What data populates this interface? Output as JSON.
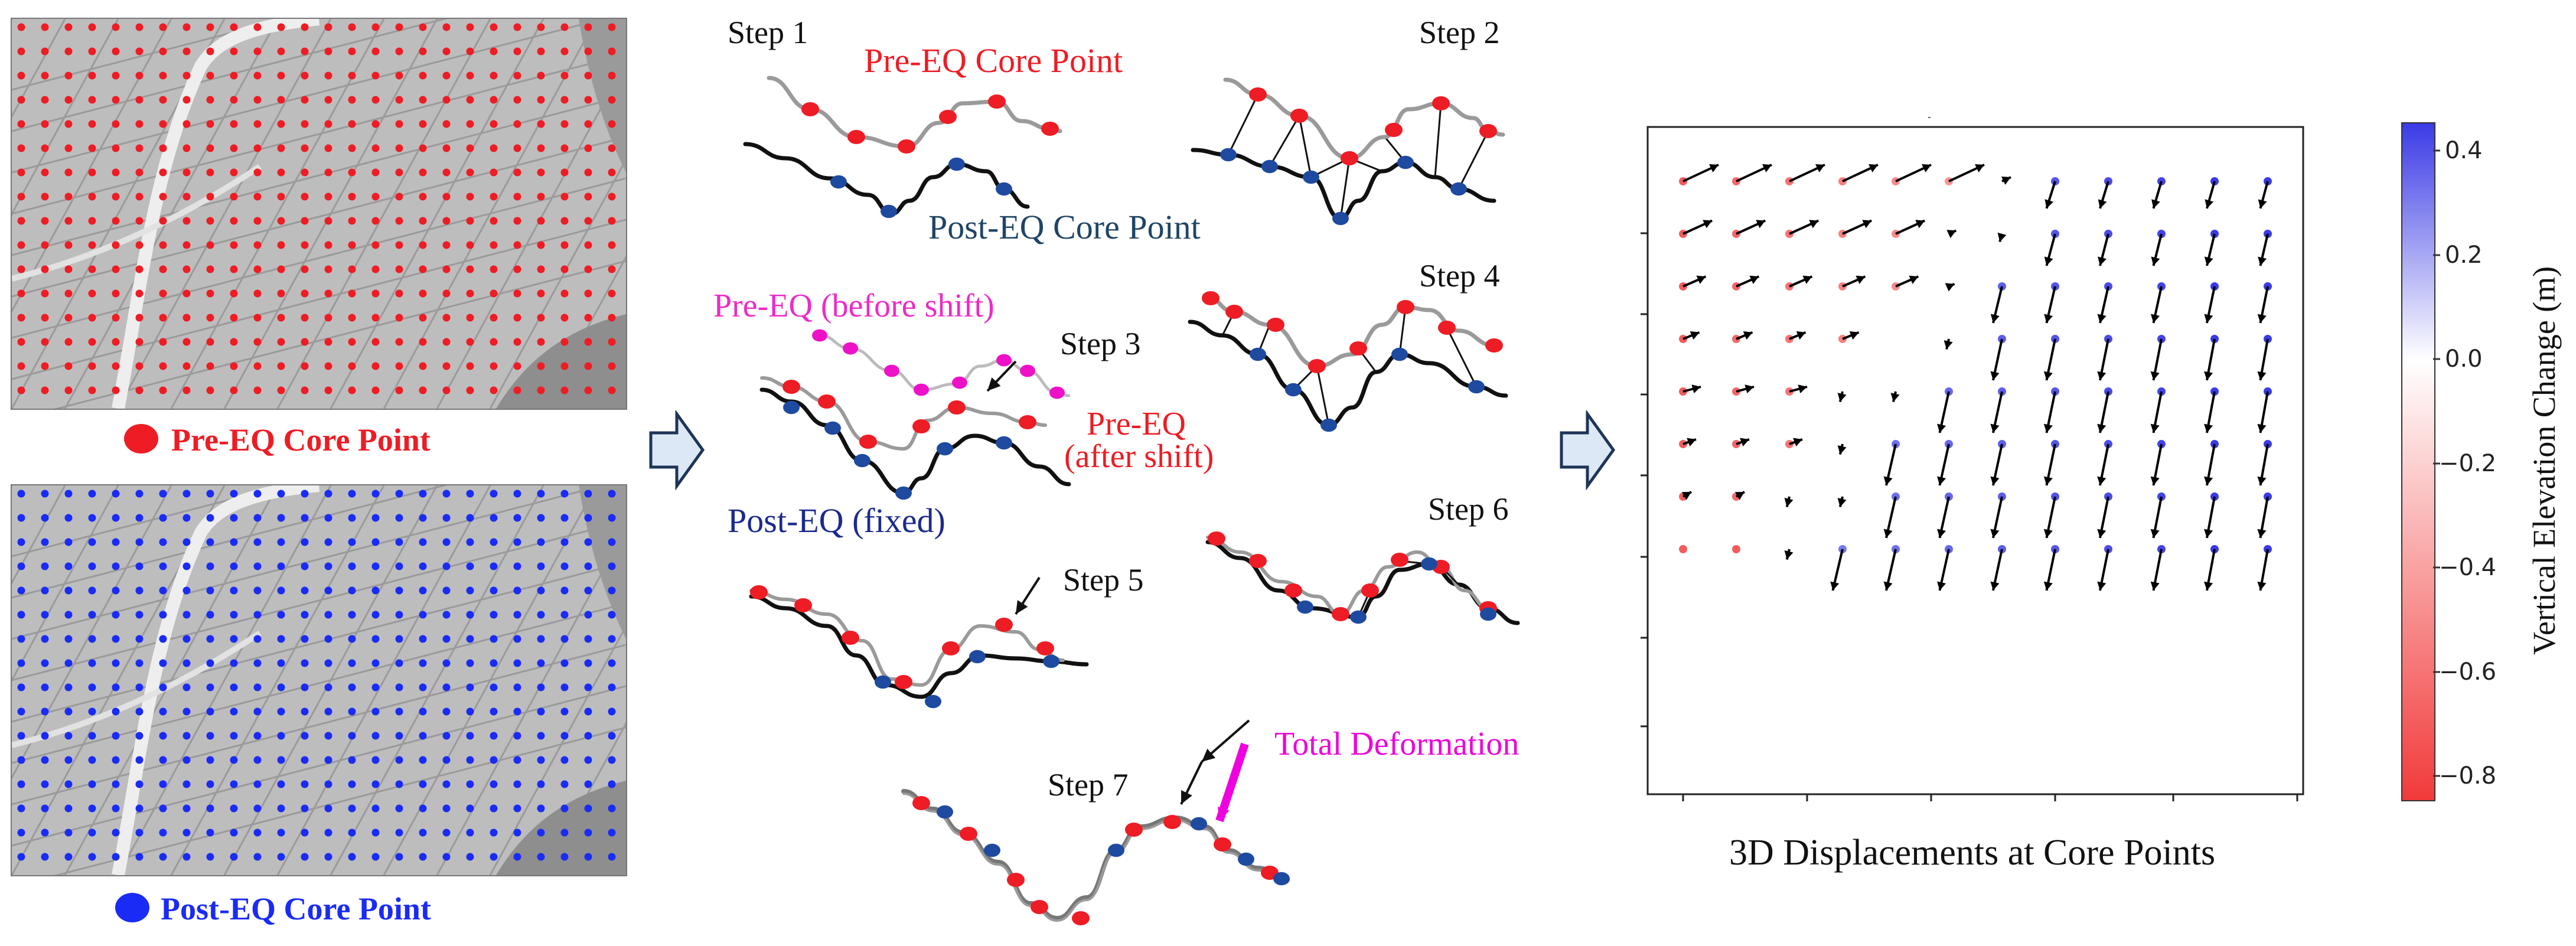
{
  "left_panel": {
    "pre_map_legend": "Pre-EQ Core Point",
    "post_map_legend": "Post-EQ Core Point",
    "pre_color": "#ee1c24",
    "post_color": "#1a2bf5"
  },
  "steps": {
    "step1": "Step 1",
    "step2": "Step 2",
    "step3": "Step 3",
    "step4": "Step 4",
    "step5": "Step 5",
    "step6": "Step 6",
    "step7": "Step 7",
    "pre_core_point": "Pre-EQ Core Point",
    "post_core_point": "Post-EQ Core Point",
    "pre_before_shift": "Pre-EQ (before shift)",
    "pre_after_shift_1": "Pre-EQ",
    "pre_after_shift_2": "(after shift)",
    "post_fixed": "Post-EQ (fixed)",
    "total_deformation": "Total Deformation"
  },
  "quiver": {
    "title": "3D Displacements at Core Points",
    "colorbar_label": "Vertical Elevation Change (m)",
    "colorbar_ticks": [
      "0.4",
      "0.2",
      "0.0",
      "−0.2",
      "−0.4",
      "−0.6",
      "−0.8"
    ],
    "colorbar_range": [
      -0.85,
      0.45
    ],
    "colormap": [
      "#f23a3a",
      "#ffffff",
      "#3b3be6"
    ]
  }
}
